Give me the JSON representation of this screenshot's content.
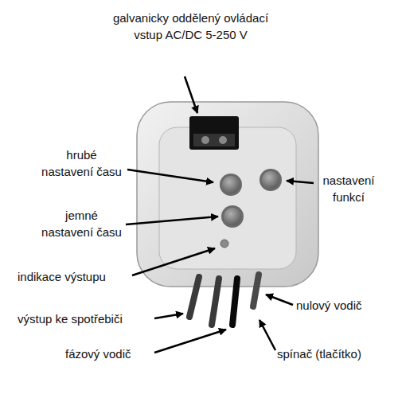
{
  "diagram": {
    "labels": [
      "galvanicky oddělený ovládací vstup AC/DC 5-250 V",
      "hrubé nastavení času",
      "nastavení funkcí",
      "jemné nastavení času",
      "indikace výstupu",
      "výstup ke spotřebiči",
      "nulový vodič",
      "fázový vodič",
      "spínač (tlačítko)"
    ]
  }
}
